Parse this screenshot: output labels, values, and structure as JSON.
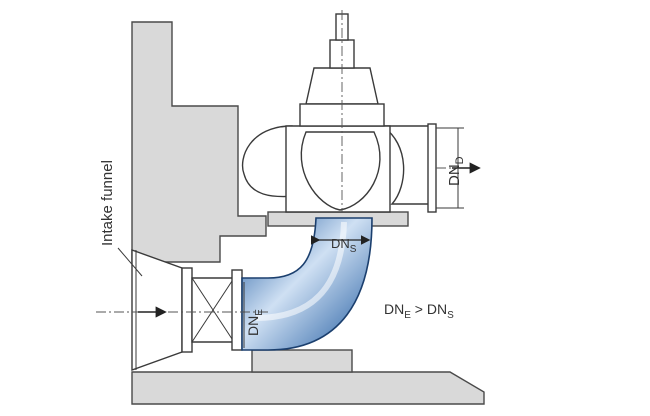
{
  "labels": {
    "intake_funnel": "Intake funnel",
    "dn_d": "DN",
    "dn_d_sub": "D",
    "dn_s": "DN",
    "dn_s_sub": "S",
    "dn_e": "DN",
    "dn_e_sub": "E",
    "relation_left": "DN",
    "relation_left_sub": "E",
    "relation_op": " > ",
    "relation_right": "DN",
    "relation_right_sub": "S"
  },
  "colors": {
    "pipe_blue": "#2f6fb6",
    "pipe_highlight": "#cfe0f3",
    "wall_gray": "#d9d9d9",
    "line": "#3a3a3a"
  }
}
